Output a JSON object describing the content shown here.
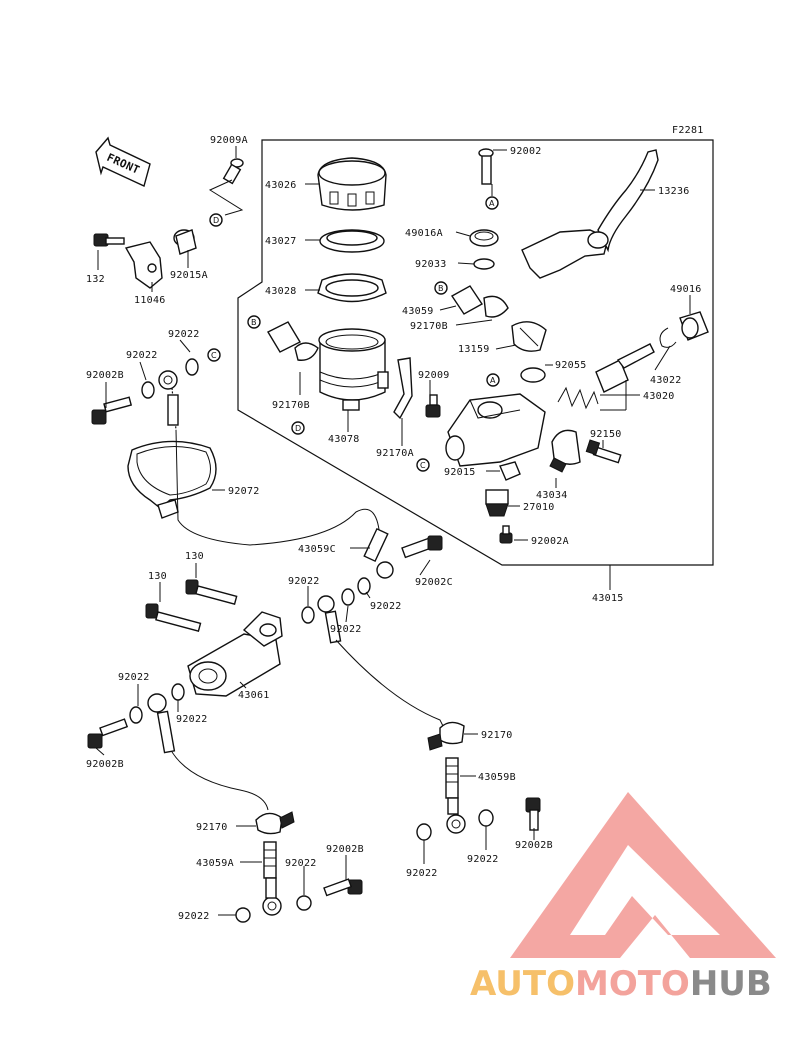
{
  "diagram_code": "F2281",
  "front_label": "FRONT",
  "parts": [
    {
      "id": "p1",
      "label": "92009A"
    },
    {
      "id": "p2",
      "label": "43026"
    },
    {
      "id": "p3",
      "label": "92002"
    },
    {
      "id": "p4",
      "label": "13236"
    },
    {
      "id": "p5",
      "label": "43027"
    },
    {
      "id": "p6",
      "label": "49016A"
    },
    {
      "id": "p7",
      "label": "92033"
    },
    {
      "id": "p8",
      "label": "43028"
    },
    {
      "id": "p9",
      "label": "43059"
    },
    {
      "id": "p10",
      "label": "92170B"
    },
    {
      "id": "p11",
      "label": "49016"
    },
    {
      "id": "p12",
      "label": "13159"
    },
    {
      "id": "p13",
      "label": "92055"
    },
    {
      "id": "p14",
      "label": "43022"
    },
    {
      "id": "p15",
      "label": "92009"
    },
    {
      "id": "p16",
      "label": "43020"
    },
    {
      "id": "p17",
      "label": "92170B"
    },
    {
      "id": "p18",
      "label": "43078"
    },
    {
      "id": "p19",
      "label": "92170A"
    },
    {
      "id": "p20",
      "label": "92150"
    },
    {
      "id": "p21",
      "label": "92015"
    },
    {
      "id": "p22",
      "label": "43034"
    },
    {
      "id": "p23",
      "label": "27010"
    },
    {
      "id": "p24",
      "label": "92002A"
    },
    {
      "id": "p25",
      "label": "43015"
    },
    {
      "id": "p26",
      "label": "132"
    },
    {
      "id": "p27",
      "label": "92015A"
    },
    {
      "id": "p28",
      "label": "11046"
    },
    {
      "id": "p29",
      "label": "92022"
    },
    {
      "id": "p30",
      "label": "92022"
    },
    {
      "id": "p31",
      "label": "92002B"
    },
    {
      "id": "p32",
      "label": "92072"
    },
    {
      "id": "p33",
      "label": "43059C"
    },
    {
      "id": "p34",
      "label": "130"
    },
    {
      "id": "p35",
      "label": "130"
    },
    {
      "id": "p36",
      "label": "92022"
    },
    {
      "id": "p37",
      "label": "92002C"
    },
    {
      "id": "p38",
      "label": "92022"
    },
    {
      "id": "p39",
      "label": "92022"
    },
    {
      "id": "p40",
      "label": "92022"
    },
    {
      "id": "p41",
      "label": "43061"
    },
    {
      "id": "p42",
      "label": "92022"
    },
    {
      "id": "p43",
      "label": "92002B"
    },
    {
      "id": "p44",
      "label": "92170"
    },
    {
      "id": "p45",
      "label": "43059B"
    },
    {
      "id": "p46",
      "label": "92170"
    },
    {
      "id": "p47",
      "label": "92002B"
    },
    {
      "id": "p48",
      "label": "43059A"
    },
    {
      "id": "p49",
      "label": "92022"
    },
    {
      "id": "p50",
      "label": "92002B"
    },
    {
      "id": "p51",
      "label": "92022"
    },
    {
      "id": "p52",
      "label": "92022"
    },
    {
      "id": "p53",
      "label": "92022"
    }
  ],
  "refs": [
    "A",
    "A",
    "B",
    "B",
    "C",
    "C",
    "D",
    "D"
  ],
  "watermark": {
    "part1": "AUTO",
    "part2": "MOTO",
    "part3": "HUB",
    "colors": {
      "auto": "#f6c06a",
      "moto": "#f3a39c",
      "hub": "#8a8a8a",
      "triangle": "#f08a84"
    }
  }
}
